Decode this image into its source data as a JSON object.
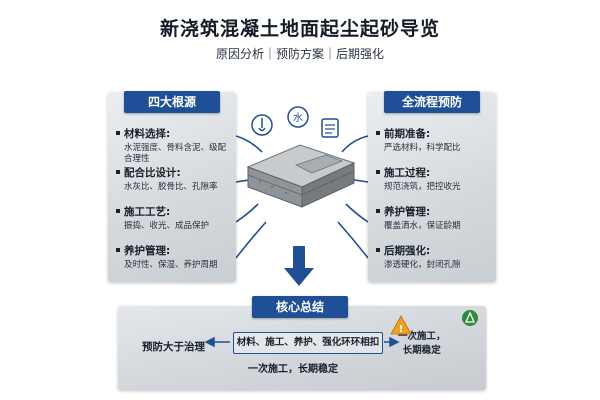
{
  "title": "新浇筑混凝土地面起尘起砂导览",
  "subtitle": "原因分析｜预防方案｜后期强化",
  "left_panel": {
    "header": "四大根源",
    "items": [
      {
        "title": "材料选择:",
        "desc": "水泥强度、骨料含泥、级配合理性"
      },
      {
        "title": "配合比设计:",
        "desc": "水灰比、胶骨比、孔隙率"
      },
      {
        "title": "施工工艺:",
        "desc": "振捣、收光、成品保护"
      },
      {
        "title": "养护管理:",
        "desc": "及时性、保湿、养护周期"
      }
    ]
  },
  "right_panel": {
    "header": "全流程预防",
    "items": [
      {
        "title": "前期准备:",
        "desc": "严选材料，科学配比"
      },
      {
        "title": "施工过程:",
        "desc": "规范浇筑，把控收光"
      },
      {
        "title": "养护管理:",
        "desc": "覆盖洒水，保证龄期"
      },
      {
        "title": "后期强化:",
        "desc": "渗透硬化，封闭孔隙"
      }
    ]
  },
  "core": {
    "header": "核心总结",
    "left_text": "预防大于治理",
    "center_text": "材料、施工、养护、强化环环相扣",
    "right_text_line1": "一次施工，",
    "right_text_line2": "长期稳定",
    "bottom_text": "一次施工，长期稳定"
  },
  "icons": [
    "thermometer-icon",
    "water-icon",
    "clipboard-icon",
    "warning-icon",
    "recycle-icon"
  ],
  "colors": {
    "accent": "#1f4f96",
    "warning": "#f0a020",
    "recycle": "#2e8b3a"
  }
}
